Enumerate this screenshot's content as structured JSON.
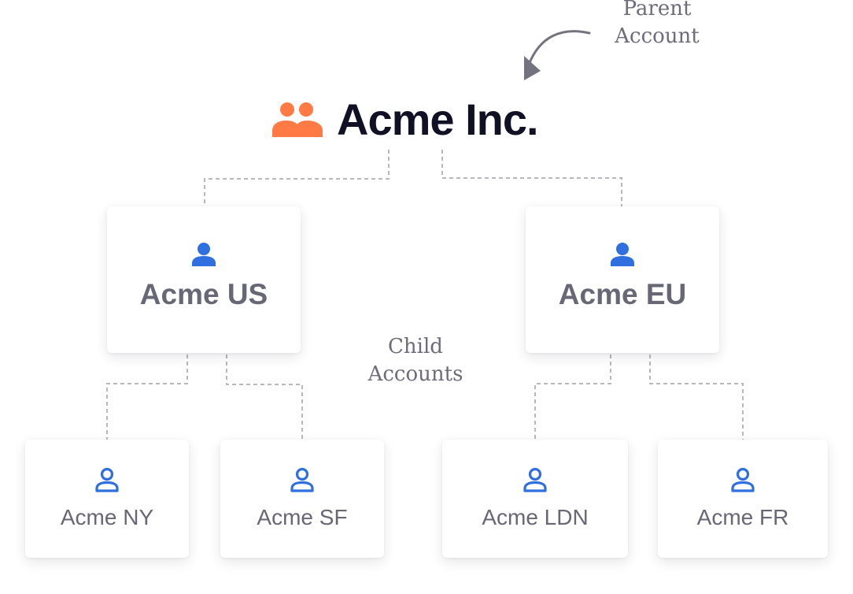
{
  "annotations": {
    "parent": [
      "Parent",
      "Account"
    ],
    "child": [
      "Child",
      "Accounts"
    ]
  },
  "parent_account": {
    "name": "Acme Inc.",
    "icon": "group-icon"
  },
  "child_accounts": [
    {
      "name": "Acme US",
      "icon": "user-icon",
      "children": [
        {
          "name": "Acme NY",
          "icon": "user-outline-icon"
        },
        {
          "name": "Acme SF",
          "icon": "user-outline-icon"
        }
      ]
    },
    {
      "name": "Acme EU",
      "icon": "user-icon",
      "children": [
        {
          "name": "Acme LDN",
          "icon": "user-outline-icon"
        },
        {
          "name": "Acme FR",
          "icon": "user-outline-icon"
        }
      ]
    }
  ],
  "colors": {
    "parent_icon": "#ff7a45",
    "child_icon": "#2f6fdf",
    "title": "#111126",
    "label": "#676776",
    "annotation": "#6c6c7b",
    "connector": "#b7b7bd",
    "arrow": "#747480"
  }
}
